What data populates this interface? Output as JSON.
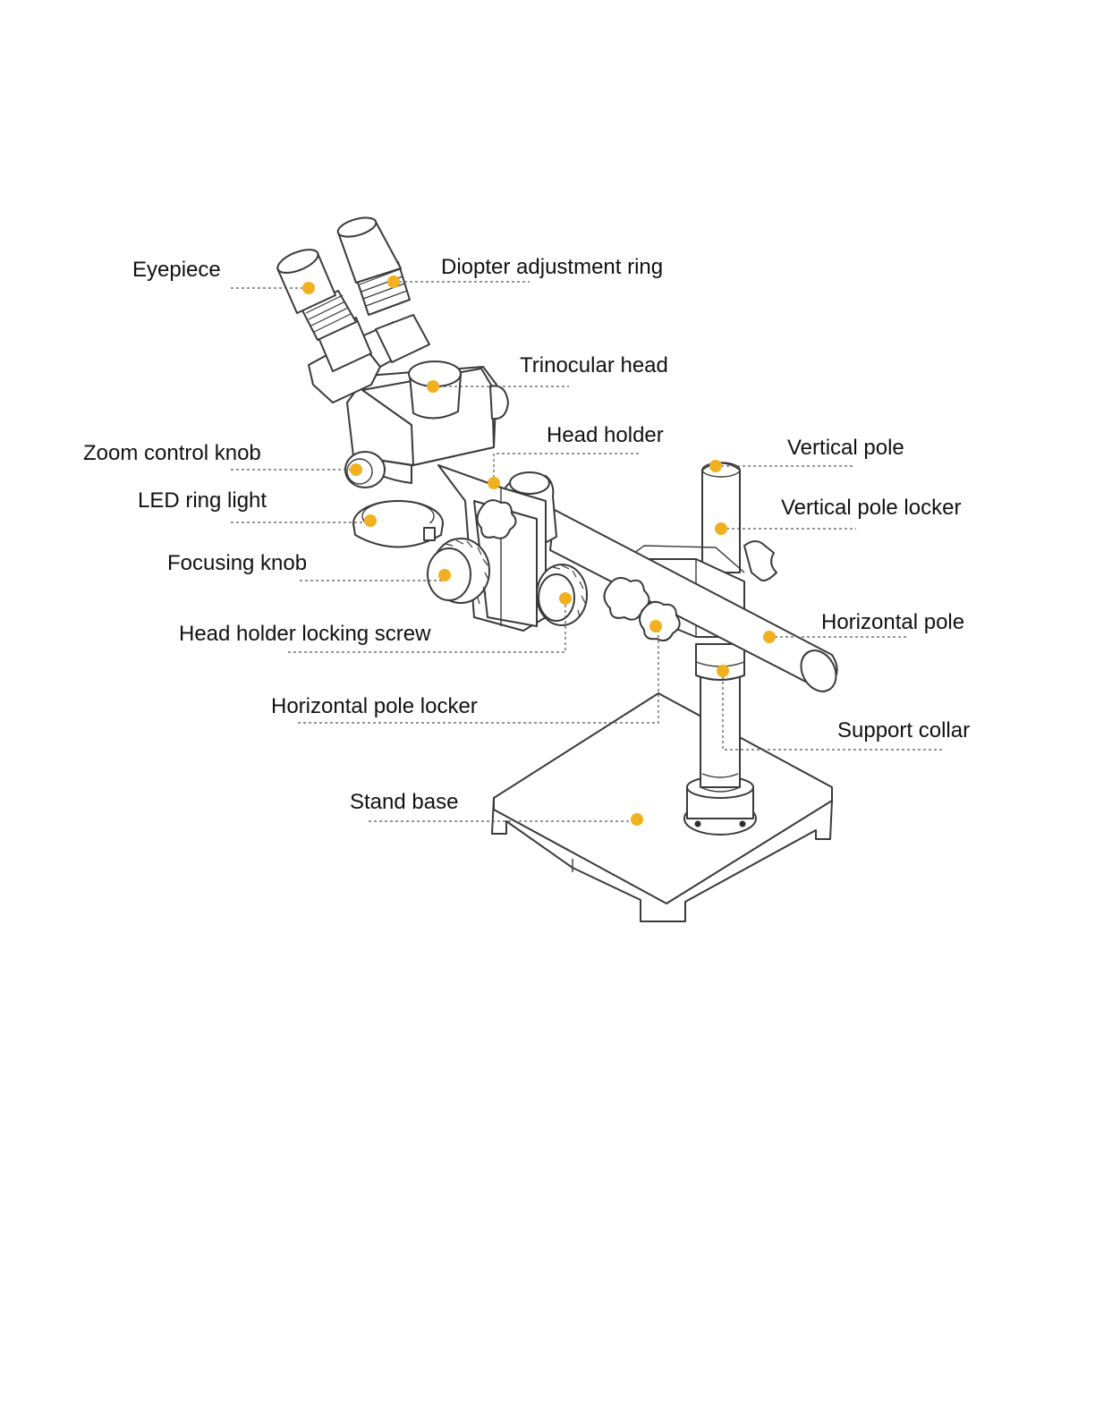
{
  "diagram": {
    "colors": {
      "marker": "#F0B020",
      "leader": "#555555",
      "line_art": "#3a3a3a"
    },
    "labels": [
      {
        "id": "eyepiece",
        "text": "Eyepiece"
      },
      {
        "id": "diopter-adjustment-ring",
        "text": "Diopter adjustment ring"
      },
      {
        "id": "trinocular-head",
        "text": "Trinocular head"
      },
      {
        "id": "zoom-control-knob",
        "text": "Zoom  control  knob"
      },
      {
        "id": "head-holder",
        "text": "Head holder"
      },
      {
        "id": "vertical-pole",
        "text": "Vertical pole"
      },
      {
        "id": "led-ring-light",
        "text": "LED  ring  light"
      },
      {
        "id": "vertical-pole-locker",
        "text": "Vertical pole locker"
      },
      {
        "id": "focusing-knob",
        "text": "Focusing  knob"
      },
      {
        "id": "horizontal-pole",
        "text": "Horizontal pole"
      },
      {
        "id": "head-holder-locking-screw",
        "text": "Head  holder  locking  screw"
      },
      {
        "id": "horizontal-pole-locker",
        "text": "Horizontal  pole  locker"
      },
      {
        "id": "support-collar",
        "text": "Support collar"
      },
      {
        "id": "stand-base",
        "text": "Stand  base"
      }
    ]
  }
}
